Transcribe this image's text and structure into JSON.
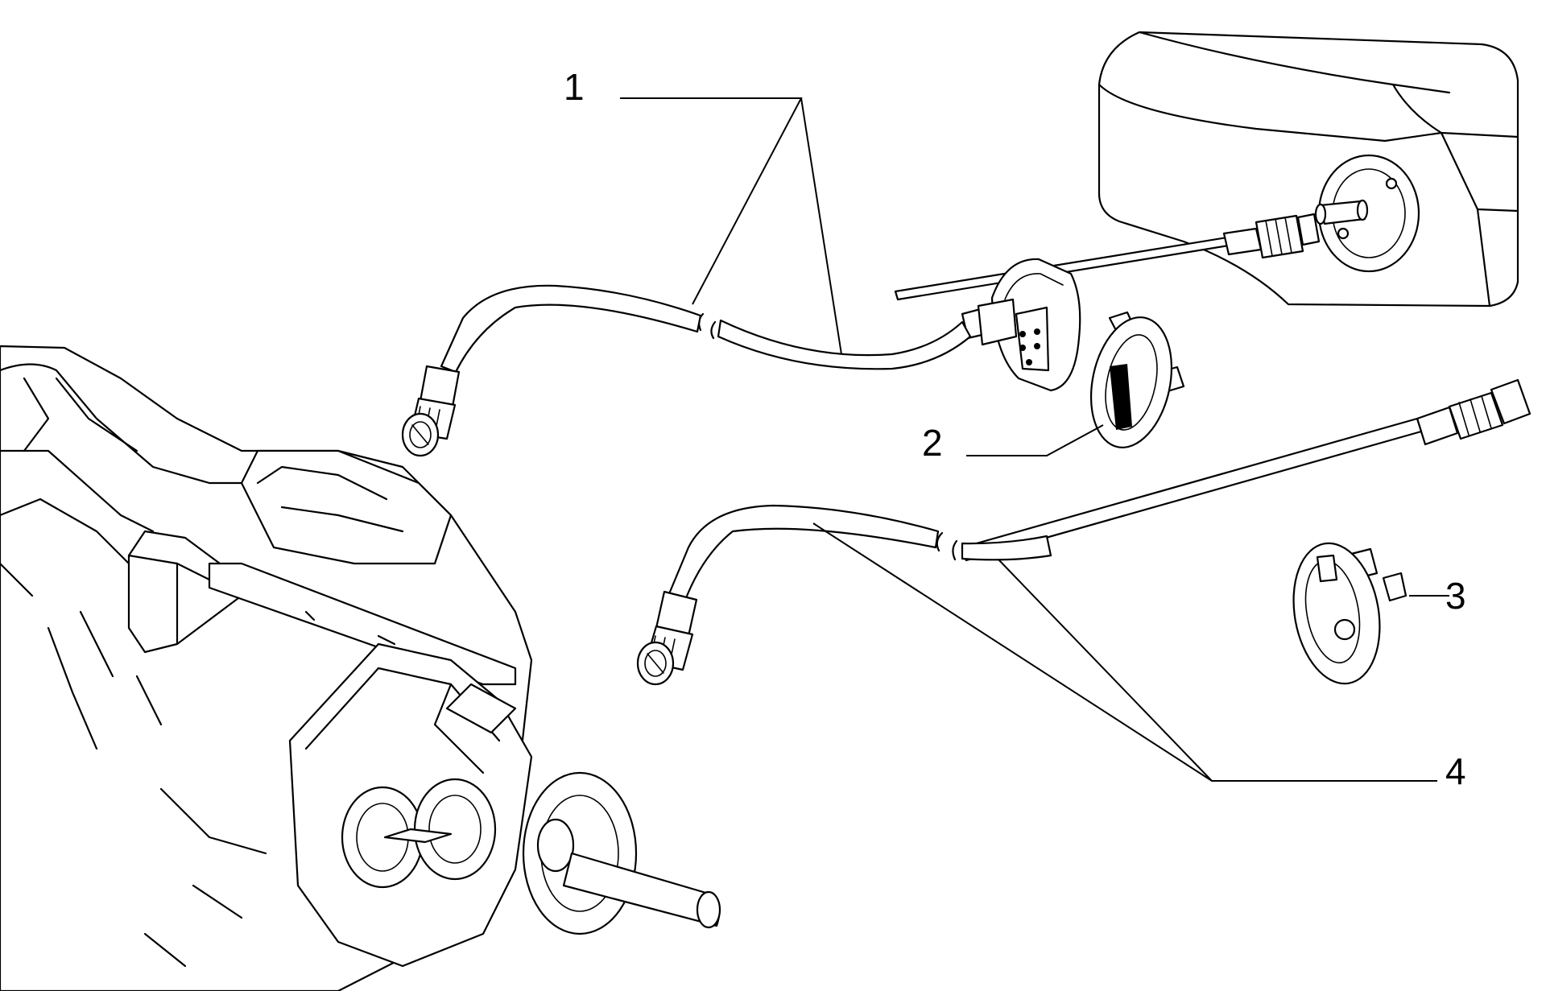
{
  "callouts": [
    {
      "id": "callout-1",
      "text": "1"
    },
    {
      "id": "callout-2",
      "text": "2"
    },
    {
      "id": "callout-3",
      "text": "3"
    },
    {
      "id": "callout-4",
      "text": "4"
    }
  ]
}
